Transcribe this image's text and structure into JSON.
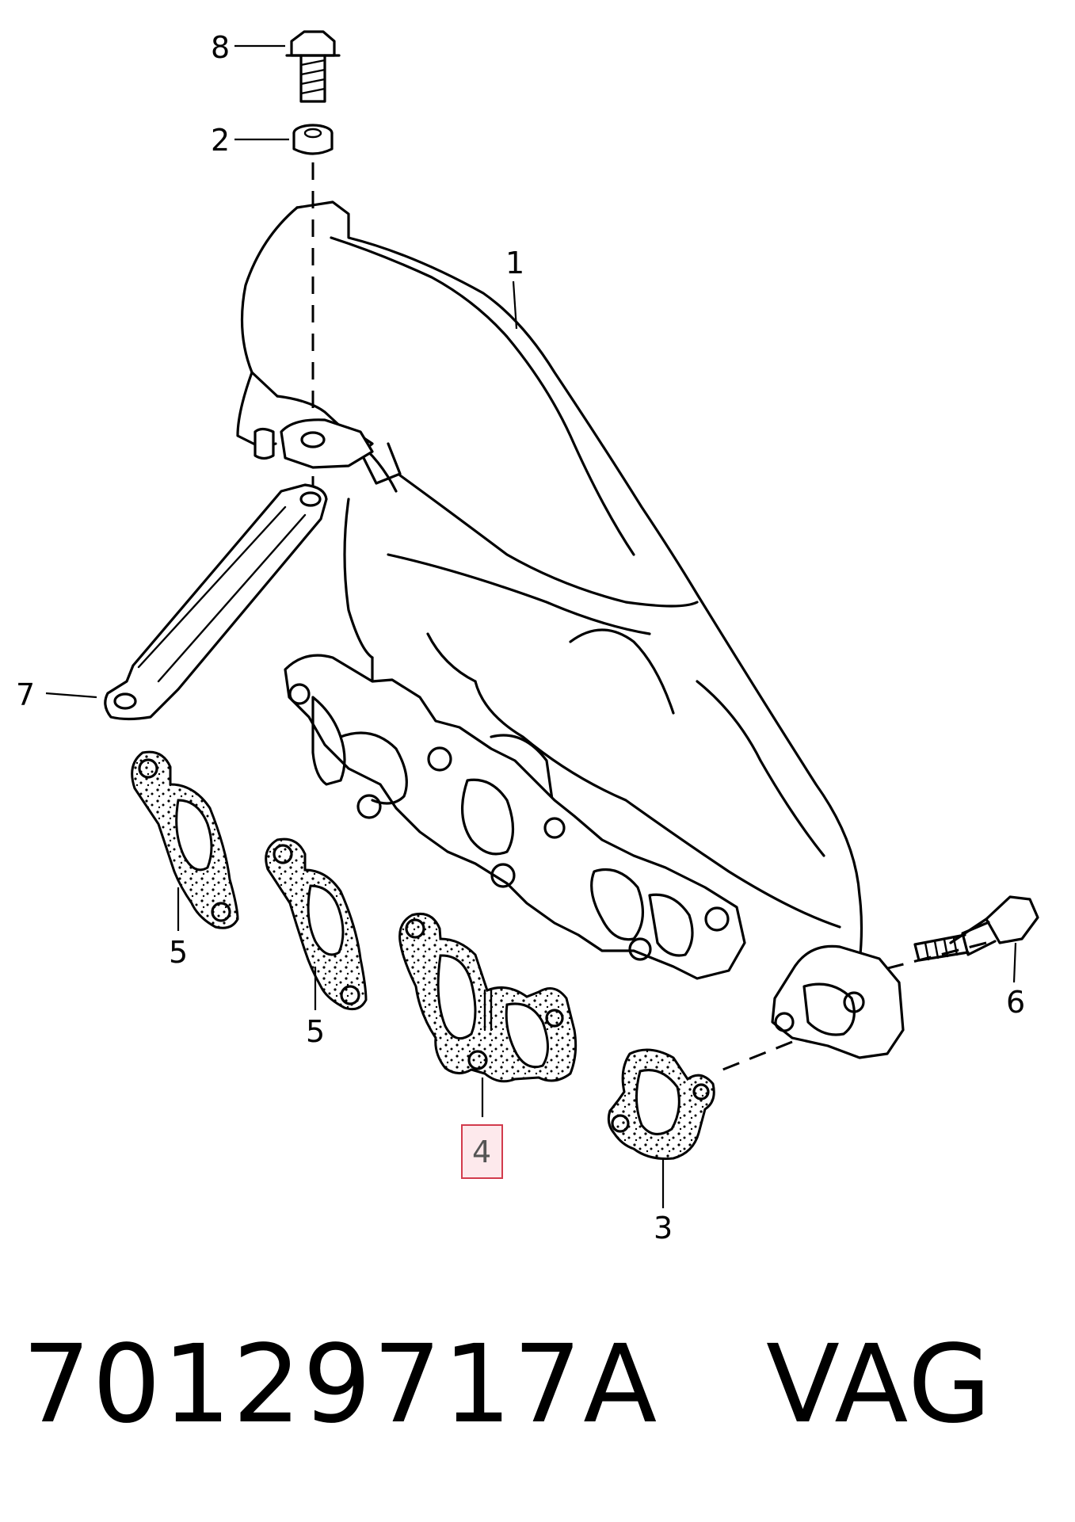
{
  "callouts": [
    {
      "id": "8",
      "label": "8"
    },
    {
      "id": "2",
      "label": "2"
    },
    {
      "id": "1",
      "label": "1"
    },
    {
      "id": "7",
      "label": "7"
    },
    {
      "id": "5a",
      "label": "5"
    },
    {
      "id": "5b",
      "label": "5"
    },
    {
      "id": "4",
      "label": "4",
      "highlighted": true
    },
    {
      "id": "6",
      "label": "6"
    },
    {
      "id": "3",
      "label": "3"
    }
  ],
  "caption": {
    "part_number": "70129717A",
    "brand": "VAG"
  },
  "colors": {
    "highlight_fill": "#fde9ec",
    "highlight_border": "#d23b4c"
  }
}
